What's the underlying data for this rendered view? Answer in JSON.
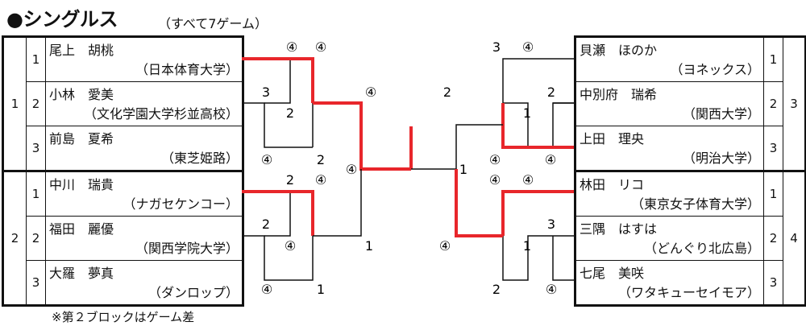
{
  "header": {
    "title": "●シングルス",
    "subtitle": "（すべて7ゲーム）"
  },
  "footnote": "※第２ブロックはゲーム差",
  "left": {
    "blocks": [
      {
        "block_no": "1",
        "players": [
          {
            "pos": "1",
            "name": "尾上　胡桃",
            "team": "（日本体育大学）"
          },
          {
            "pos": "2",
            "name": "小林　愛美",
            "team": "（文化学園大学杉並高校）"
          },
          {
            "pos": "3",
            "name": "前島　夏希",
            "team": "（東芝姫路）"
          }
        ]
      },
      {
        "block_no": "2",
        "players": [
          {
            "pos": "1",
            "name": "中川　瑞貴",
            "team": "（ナガセケンコー）"
          },
          {
            "pos": "2",
            "name": "福田　麗優",
            "team": "（関西学院大学）"
          },
          {
            "pos": "3",
            "name": "大羅　夢真",
            "team": "（ダンロップ）"
          }
        ]
      }
    ]
  },
  "right": {
    "blocks": [
      {
        "block_no": "3",
        "players": [
          {
            "pos": "1",
            "name": "貝瀬　ほのか",
            "team": "（ヨネックス）"
          },
          {
            "pos": "2",
            "name": "中別府　瑞希",
            "team": "（関西大学）"
          },
          {
            "pos": "3",
            "name": "上田　理央",
            "team": "（明治大学）"
          }
        ]
      },
      {
        "block_no": "4",
        "players": [
          {
            "pos": "1",
            "name": "林田　リコ",
            "team": "（東京女子体育大学）"
          },
          {
            "pos": "2",
            "name": "三隅　はすは",
            "team": "（どんぐり北広島）"
          },
          {
            "pos": "3",
            "name": "七尾　美咲",
            "team": "（ワタキューセイモア）"
          }
        ]
      }
    ]
  },
  "scores": {
    "b1_row1_a": "④",
    "b1_row1_b": "④",
    "b1_row2_a": "3",
    "b1_inner": "2",
    "b1_row3_a": "④",
    "b1_row3_b": "2",
    "b2_row1_a": "2",
    "b2_row1_b": "④",
    "b2_row2_a": "2",
    "b2_inner": "④",
    "b2_row3_a": "④",
    "b2_row3_b": "1",
    "left_semi_top": "④",
    "left_semi_mid": "④",
    "left_semi_bottom": "1",
    "b3_row1_a": "3",
    "b3_row1_b": "④",
    "b3_row2_b": "2",
    "b3_inner": "1",
    "b3_row3_a": "④",
    "b3_row3_b": "④",
    "b4_row1_a": "④",
    "b4_row1_b": "④",
    "b4_row2_b": "3",
    "b4_inner": "1",
    "b4_row3_a": "2",
    "b4_row3_b": "④",
    "right_semi_top": "2",
    "right_semi_bottom": "④",
    "final": "1"
  },
  "colors": {
    "win_line": "#e8262b",
    "line": "#111111"
  }
}
